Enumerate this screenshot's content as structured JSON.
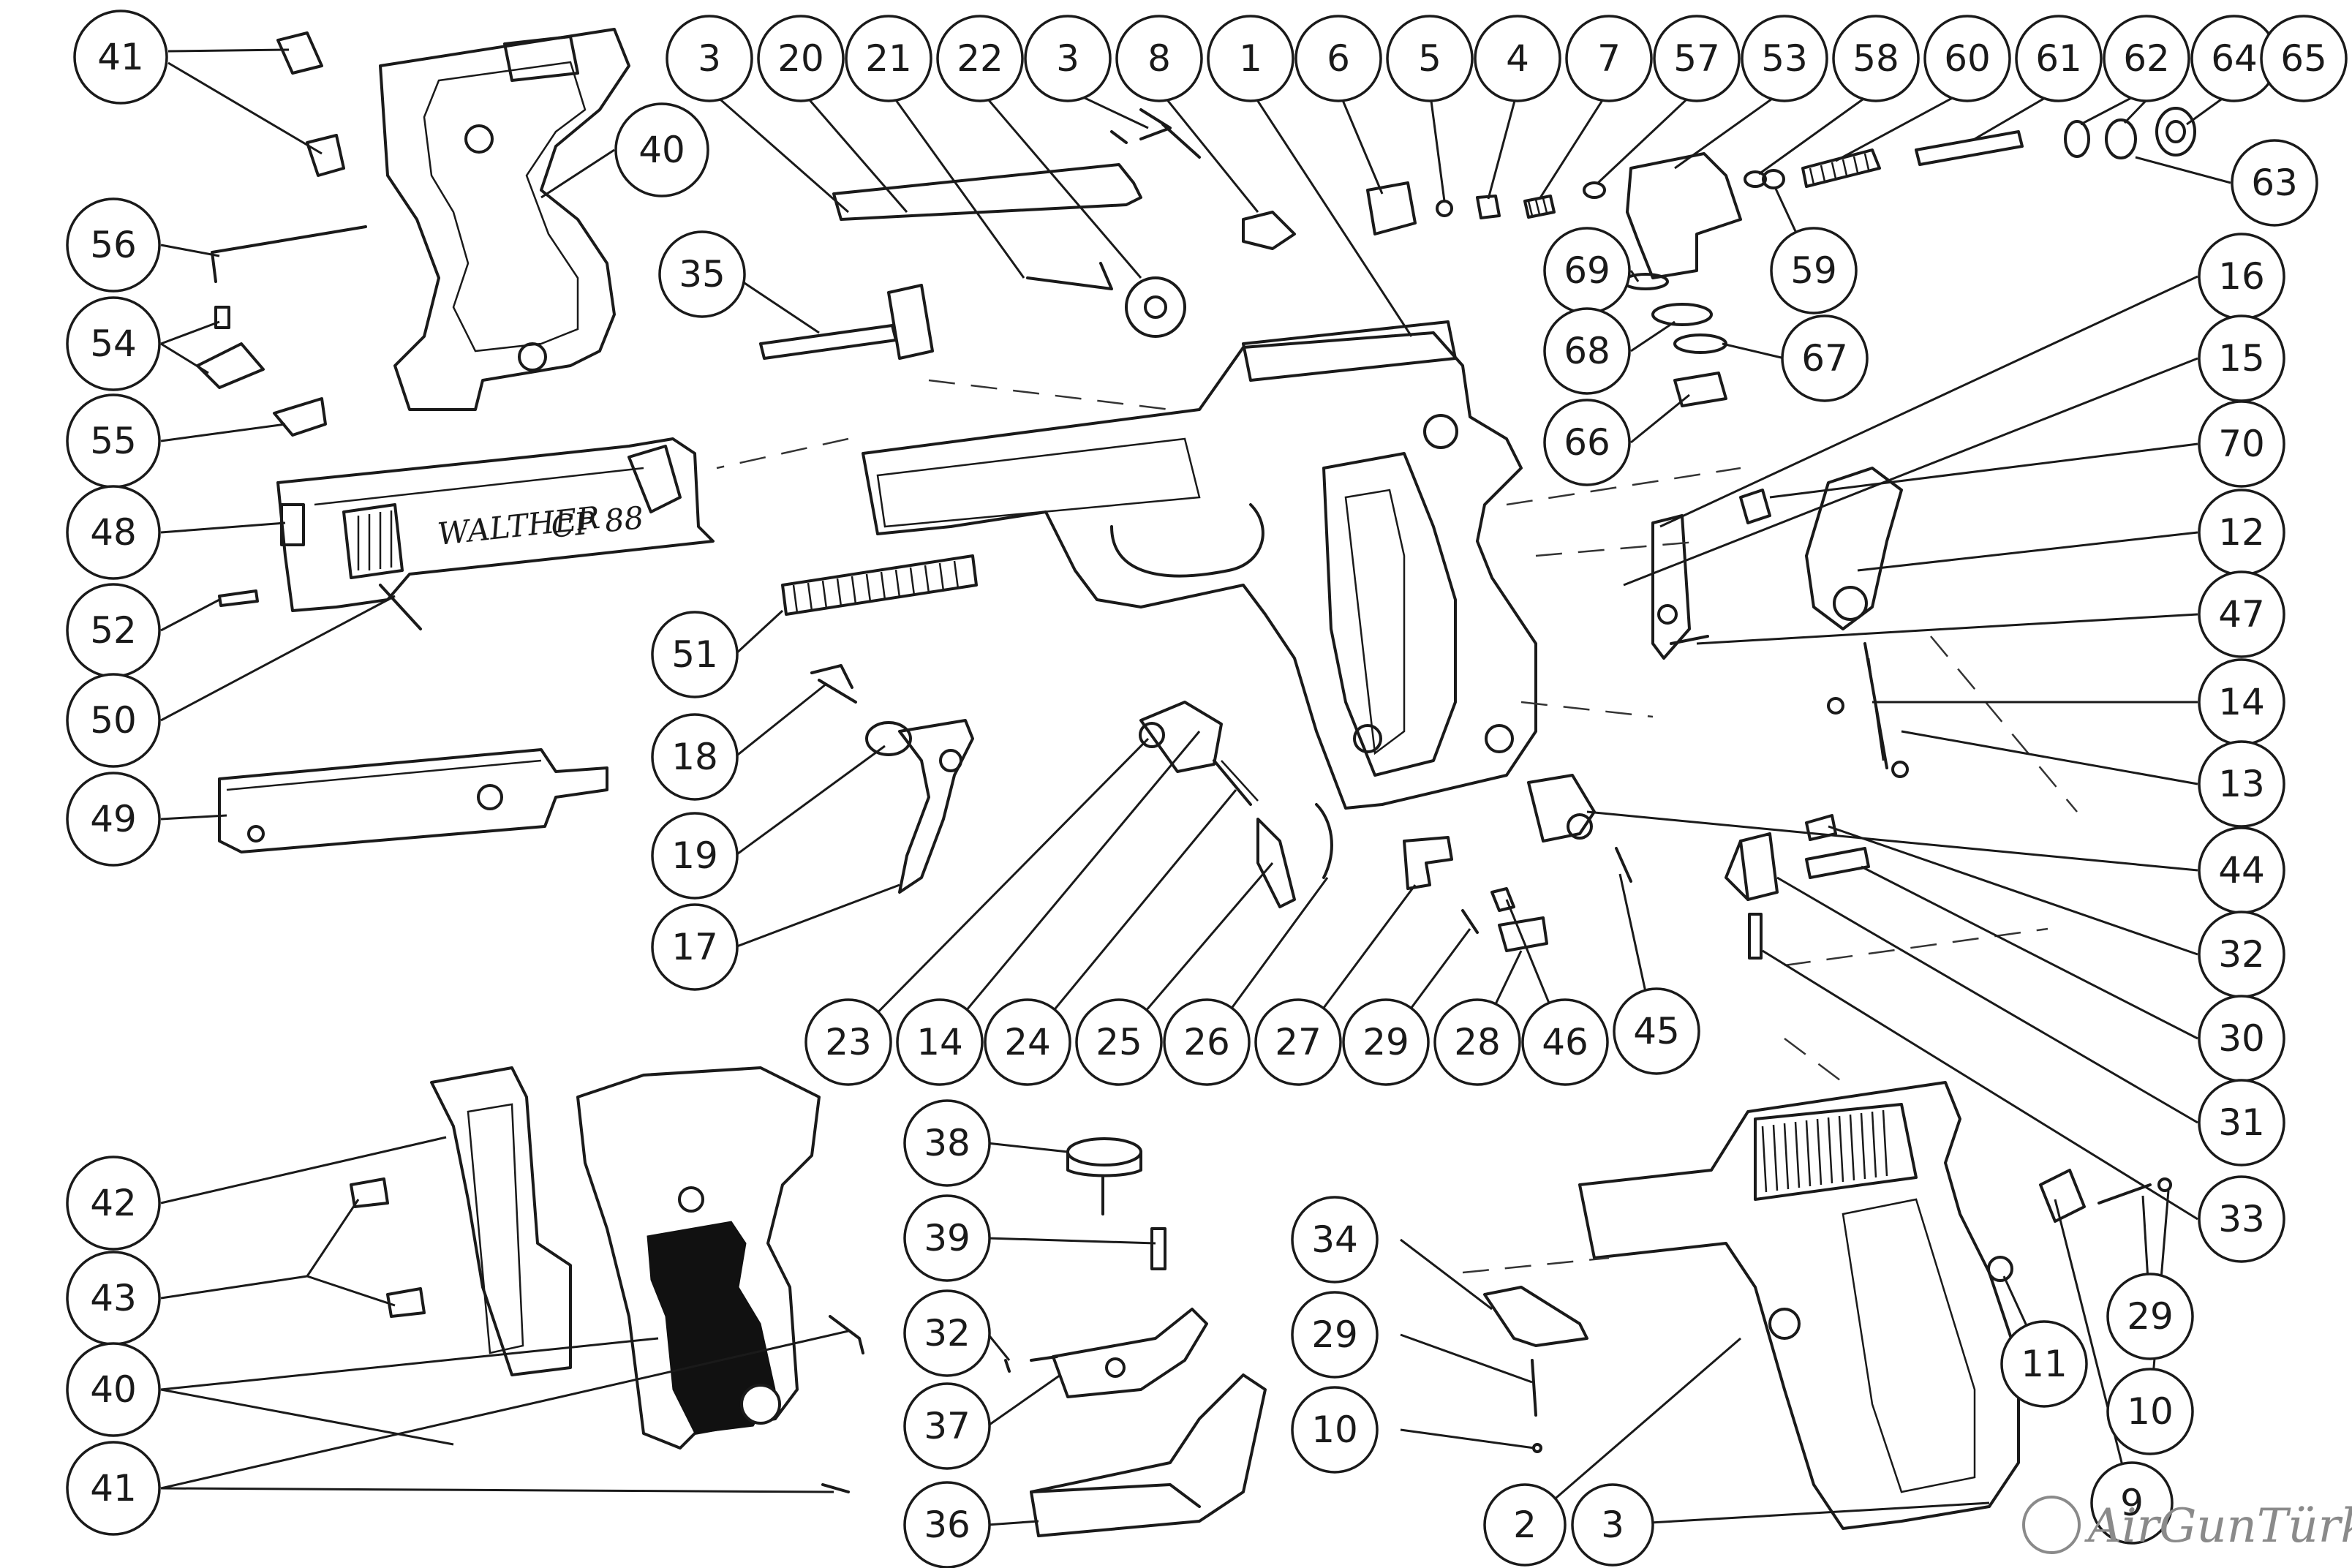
{
  "slide_marking": {
    "brand": "WALTHER",
    "model": "CP 88"
  },
  "watermark": "AirGunTürk",
  "callouts": [
    {
      "id": "c41a",
      "label": "41"
    },
    {
      "id": "c56",
      "label": "56"
    },
    {
      "id": "c54",
      "label": "54"
    },
    {
      "id": "c55",
      "label": "55"
    },
    {
      "id": "c48",
      "label": "48"
    },
    {
      "id": "c52",
      "label": "52"
    },
    {
      "id": "c50",
      "label": "50"
    },
    {
      "id": "c49",
      "label": "49"
    },
    {
      "id": "c40a",
      "label": "40"
    },
    {
      "id": "c3a",
      "label": "3"
    },
    {
      "id": "c20",
      "label": "20"
    },
    {
      "id": "c21",
      "label": "21"
    },
    {
      "id": "c22",
      "label": "22"
    },
    {
      "id": "c3b",
      "label": "3"
    },
    {
      "id": "c8",
      "label": "8"
    },
    {
      "id": "c1",
      "label": "1"
    },
    {
      "id": "c6",
      "label": "6"
    },
    {
      "id": "c5",
      "label": "5"
    },
    {
      "id": "c4",
      "label": "4"
    },
    {
      "id": "c7",
      "label": "7"
    },
    {
      "id": "c57",
      "label": "57"
    },
    {
      "id": "c53",
      "label": "53"
    },
    {
      "id": "c58",
      "label": "58"
    },
    {
      "id": "c60",
      "label": "60"
    },
    {
      "id": "c61",
      "label": "61"
    },
    {
      "id": "c62",
      "label": "62"
    },
    {
      "id": "c64",
      "label": "64"
    },
    {
      "id": "c65",
      "label": "65"
    },
    {
      "id": "c63",
      "label": "63"
    },
    {
      "id": "c59",
      "label": "59"
    },
    {
      "id": "c35",
      "label": "35"
    },
    {
      "id": "c69",
      "label": "69"
    },
    {
      "id": "c68",
      "label": "68"
    },
    {
      "id": "c67",
      "label": "67"
    },
    {
      "id": "c66",
      "label": "66"
    },
    {
      "id": "c16",
      "label": "16"
    },
    {
      "id": "c15",
      "label": "15"
    },
    {
      "id": "c70",
      "label": "70"
    },
    {
      "id": "c12",
      "label": "12"
    },
    {
      "id": "c47",
      "label": "47"
    },
    {
      "id": "c14a",
      "label": "14"
    },
    {
      "id": "c13",
      "label": "13"
    },
    {
      "id": "c44",
      "label": "44"
    },
    {
      "id": "c32a",
      "label": "32"
    },
    {
      "id": "c30",
      "label": "30"
    },
    {
      "id": "c31",
      "label": "31"
    },
    {
      "id": "c33",
      "label": "33"
    },
    {
      "id": "c51",
      "label": "51"
    },
    {
      "id": "c18",
      "label": "18"
    },
    {
      "id": "c19",
      "label": "19"
    },
    {
      "id": "c17",
      "label": "17"
    },
    {
      "id": "c23",
      "label": "23"
    },
    {
      "id": "c14b",
      "label": "14"
    },
    {
      "id": "c24",
      "label": "24"
    },
    {
      "id": "c25",
      "label": "25"
    },
    {
      "id": "c26",
      "label": "26"
    },
    {
      "id": "c27",
      "label": "27"
    },
    {
      "id": "c29a",
      "label": "29"
    },
    {
      "id": "c28",
      "label": "28"
    },
    {
      "id": "c46",
      "label": "46"
    },
    {
      "id": "c45",
      "label": "45"
    },
    {
      "id": "c42",
      "label": "42"
    },
    {
      "id": "c43",
      "label": "43"
    },
    {
      "id": "c40b",
      "label": "40"
    },
    {
      "id": "c41b",
      "label": "41"
    },
    {
      "id": "c38",
      "label": "38"
    },
    {
      "id": "c39",
      "label": "39"
    },
    {
      "id": "c32b",
      "label": "32"
    },
    {
      "id": "c37",
      "label": "37"
    },
    {
      "id": "c36",
      "label": "36"
    },
    {
      "id": "c34",
      "label": "34"
    },
    {
      "id": "c29b",
      "label": "29"
    },
    {
      "id": "c10a",
      "label": "10"
    },
    {
      "id": "c2",
      "label": "2"
    },
    {
      "id": "c3c",
      "label": "3"
    },
    {
      "id": "c11",
      "label": "11"
    },
    {
      "id": "c9",
      "label": "9"
    },
    {
      "id": "c29c",
      "label": "29"
    },
    {
      "id": "c10b",
      "label": "10"
    }
  ]
}
